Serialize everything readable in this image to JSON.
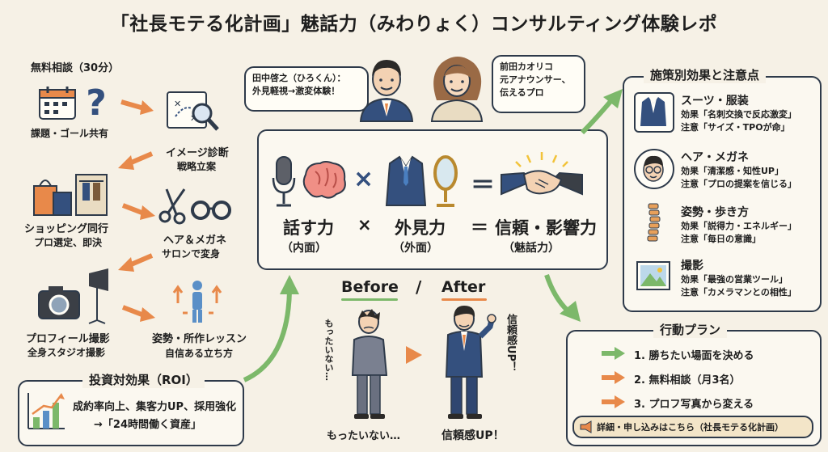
{
  "title": "「社長モテる化計画」魅話力（みわりょく）コンサルティング体験レポ",
  "steps": [
    {
      "label": "無料相談（30分）",
      "sub": "課題・ゴール共有"
    },
    {
      "label": "イメージ診断",
      "sub": "戦略立案"
    },
    {
      "label": "ショッピング同行",
      "sub": "プロ選定、即決"
    },
    {
      "label": "ヘア＆メガネ",
      "sub": "サロンで変身"
    },
    {
      "label": "プロフィール撮影",
      "sub": "全身スタジオ撮影"
    },
    {
      "label": "姿勢・所作レッスン",
      "sub": "自信ある立ち方"
    }
  ],
  "roi": {
    "title": "投資対効果（ROI）",
    "line1": "成約率向上、集客力UP、採用強化",
    "line2": "→「24時間働く資産」"
  },
  "tanaka": {
    "line1": "田中啓之（ひろくん）：",
    "line2": "外見軽視→激変体験！"
  },
  "maeda": {
    "line1": "前田カオリコ",
    "line2": "元アナウンサー、",
    "line3": "伝えるプロ"
  },
  "equation": {
    "term1": "話す力",
    "term1_sub": "（内面）",
    "op1": "×",
    "term2": "外見力",
    "term2_sub": "（外面）",
    "op2": "＝",
    "result": "信頼・影響力",
    "result_sub": "（魅話力）"
  },
  "before_after": {
    "before": "Before",
    "slash": "/",
    "after": "After",
    "before_side": "もったいない…",
    "before_caption": "もったいない…",
    "after_side": "信頼感UP！",
    "after_caption": "信頼感UP！"
  },
  "measures": {
    "title": "施策別効果と注意点",
    "items": [
      {
        "name": "スーツ・服装",
        "effect": "効果「名刺交換で反応激変」",
        "note": "注意「サイズ・TPOが命」",
        "icon": "suit-icon"
      },
      {
        "name": "ヘア・メガネ",
        "effect": "効果「清潔感・知性UP」",
        "note": "注意「プロの提案を信じる」",
        "icon": "face-glasses-icon"
      },
      {
        "name": "姿勢・歩き方",
        "effect": "効果「説得力・エネルギー」",
        "note": "注意「毎日の意識」",
        "icon": "spine-icon"
      },
      {
        "name": "撮影",
        "effect": "効果「最強の営業ツール」",
        "note": "注意「カメラマンとの相性」",
        "icon": "photo-icon"
      }
    ]
  },
  "action_plan": {
    "title": "行動プラン",
    "items": [
      "1. 勝ちたい場面を決める",
      "2. 無料相談（月3名）",
      "3. プロフ写真から変える"
    ],
    "cta": "詳細・申し込みはこちら（社長モテる化計画）"
  },
  "colors": {
    "accent_orange": "#e8894a",
    "accent_green": "#7cb86a",
    "navy": "#2e3a4a",
    "suit_blue": "#34507e"
  }
}
